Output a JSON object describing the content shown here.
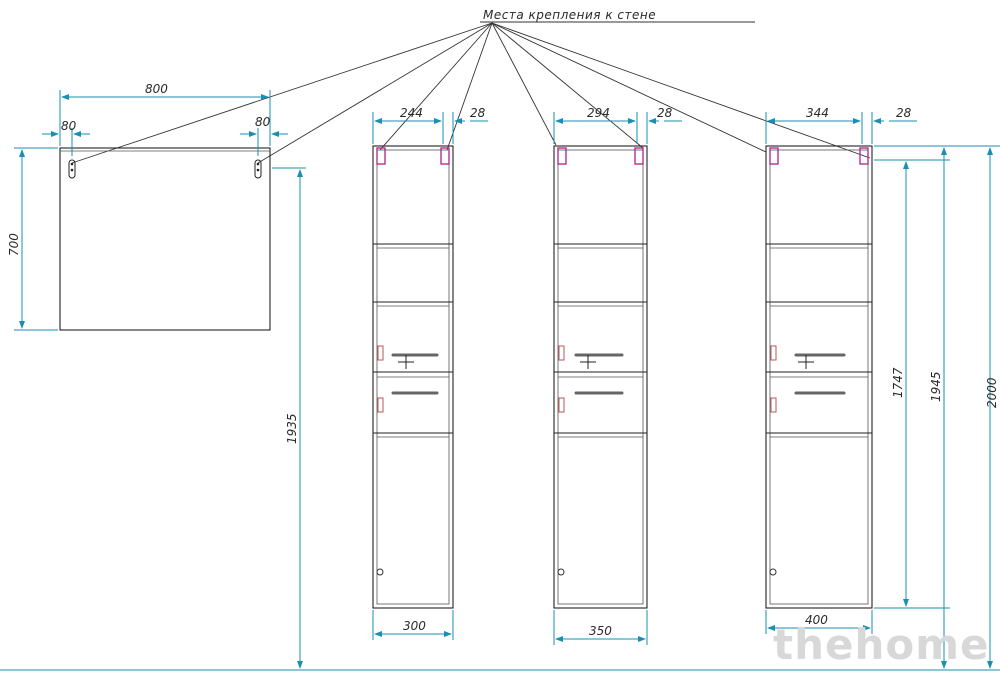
{
  "title": "Места крепления к стене",
  "watermark": "thehome",
  "colors": {
    "dimension": "#1a8fb0",
    "outline": "#222222",
    "mount": "#b0208f"
  },
  "mirror": {
    "width": "800",
    "height": "700",
    "offset_left": "80",
    "offset_right": "80"
  },
  "cabinets": [
    {
      "inner": "244",
      "edge": "28",
      "width": "300"
    },
    {
      "inner": "294",
      "edge": "28",
      "width": "350"
    },
    {
      "inner": "344",
      "edge": "28",
      "width": "400"
    }
  ],
  "heights": {
    "mount_height": "1935",
    "h1": "1747",
    "h2": "1945",
    "h3": "2000"
  }
}
